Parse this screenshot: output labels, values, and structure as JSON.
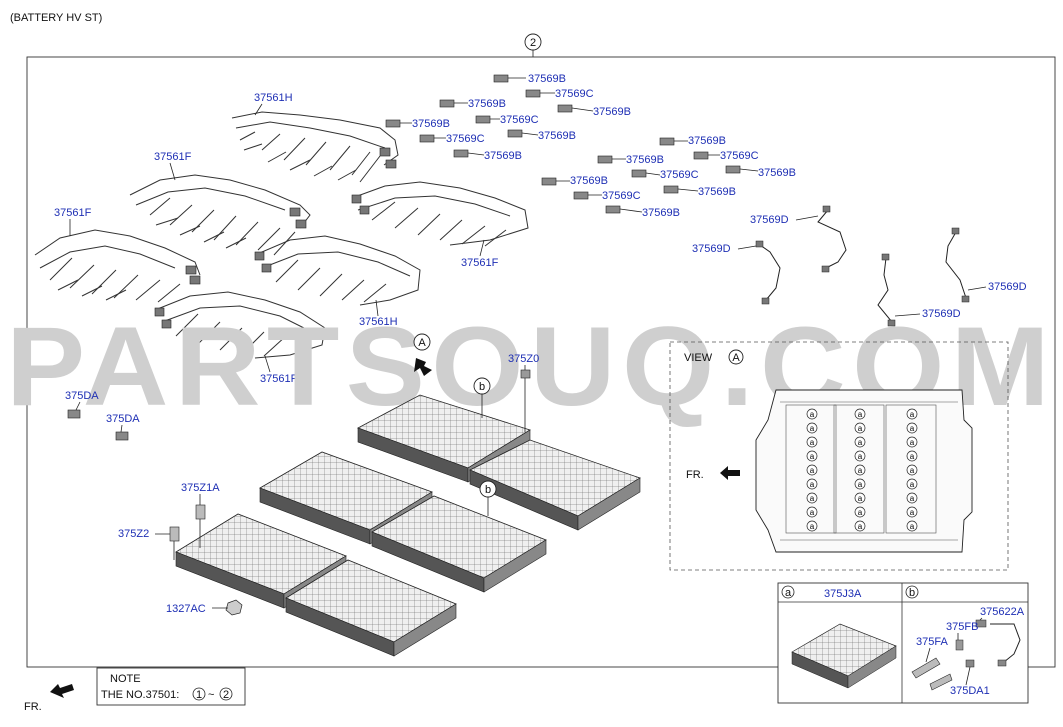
{
  "header": {
    "title": "(BATTERY HV ST)",
    "assembly_ref": "2"
  },
  "watermark": "PARTSOUQ.COM",
  "labels": {
    "h": "37561H",
    "f_top": "37561F",
    "f_left": "37561F",
    "f_mid": "37561F",
    "h_low": "37561H",
    "f_low": "37561F",
    "b1": "37569B",
    "c1": "37569C",
    "b2": "37569B",
    "b3": "37569B",
    "c2": "37569C",
    "b4": "37569B",
    "c3": "37569C",
    "b5": "37569B",
    "b6": "37569B",
    "b7": "37569B",
    "b8": "37569B",
    "c4": "37569C",
    "c5": "37569C",
    "b9": "37569B",
    "b10": "37569B",
    "c6": "37569C",
    "b11": "37569B",
    "b12": "37569B",
    "d1": "37569D",
    "d2": "37569D",
    "d3": "37569D",
    "d4": "37569D",
    "z0": "375Z0",
    "da1": "375DA",
    "da2": "375DA",
    "z1a": "375Z1A",
    "z2": "375Z2",
    "ac": "1327AC"
  },
  "callouts": {
    "a": "A",
    "b": "b",
    "b2": "b"
  },
  "view": {
    "title": "VIEW",
    "letter": "A",
    "fr": "FR.",
    "cell_mark": "a"
  },
  "legend": {
    "a_letter": "a",
    "a_part": "375J3A",
    "b_letter": "b",
    "b_parts": {
      "p1": "375622A",
      "p2": "375FB",
      "p3": "375FA",
      "p4": "375DA1"
    }
  },
  "note": {
    "title": "NOTE",
    "text": "THE NO.37501:",
    "from": "1",
    "to": "2",
    "tilde": "~"
  },
  "fr_bottom": "FR."
}
